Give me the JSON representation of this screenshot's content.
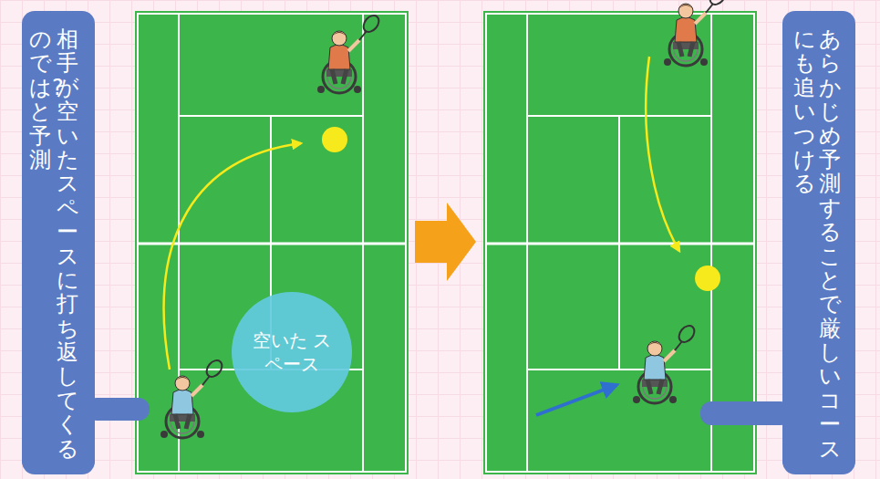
{
  "diagram": {
    "nodes": [
      {
        "text": [
          "相手が空いたスペースに打ち返してくる",
          "のでは?と予測"
        ]
      },
      {
        "text": [
          "空いた スペース"
        ]
      },
      {
        "text": [
          "あらかじめ予測することで厳しいコース",
          "にも追いつける"
        ]
      }
    ]
  }
}
